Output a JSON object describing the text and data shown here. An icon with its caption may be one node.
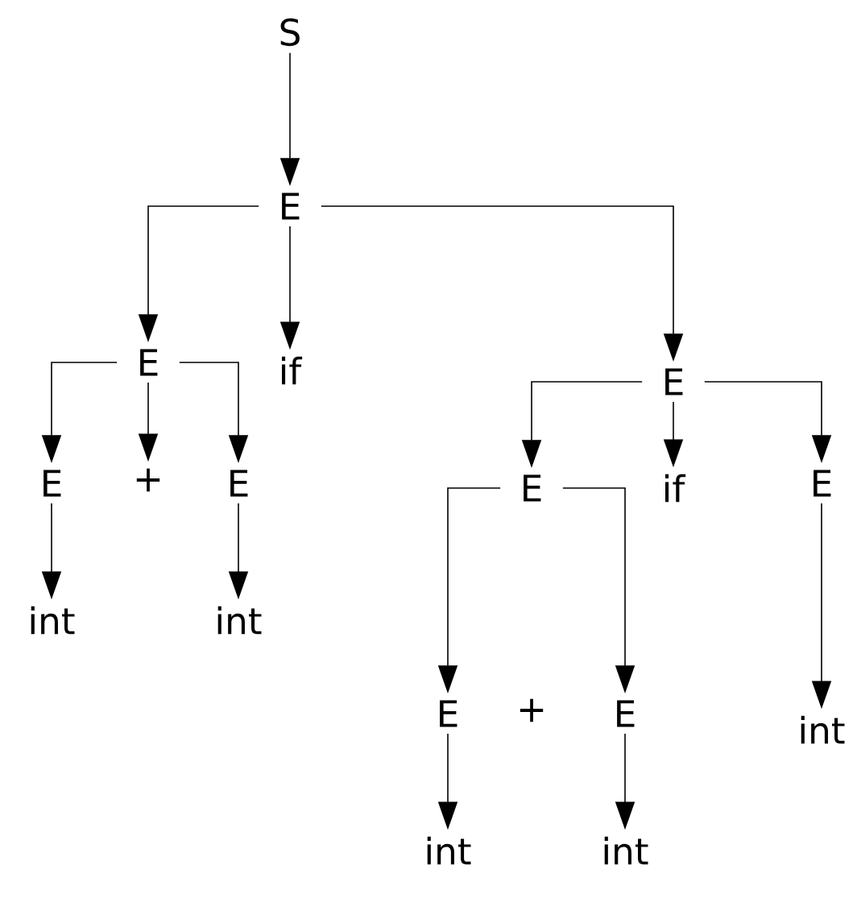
{
  "diagram": {
    "nodes": [
      {
        "text": [
          "S"
        ]
      },
      {
        "text": [
          "E"
        ]
      },
      {
        "text": [
          "E"
        ]
      },
      {
        "text": [
          "if"
        ]
      },
      {
        "text": [
          "E"
        ]
      },
      {
        "text": [
          "E"
        ]
      },
      {
        "text": [
          "+"
        ]
      },
      {
        "text": [
          "E"
        ]
      },
      {
        "text": [
          "int"
        ]
      },
      {
        "text": [
          "int"
        ]
      },
      {
        "text": [
          "E"
        ]
      },
      {
        "text": [
          "if"
        ]
      },
      {
        "text": [
          "E"
        ]
      },
      {
        "text": [
          "E"
        ]
      },
      {
        "text": [
          "+"
        ]
      },
      {
        "text": [
          "E"
        ]
      },
      {
        "text": [
          "int"
        ]
      },
      {
        "text": [
          "int"
        ]
      },
      {
        "text": [
          "int"
        ]
      }
    ],
    "edges": [
      {
        "from": 0,
        "to": 1,
        "arrow": "to"
      },
      {
        "from": 1,
        "to": 2,
        "arrow": "to"
      },
      {
        "from": 1,
        "to": 3,
        "arrow": "to"
      },
      {
        "from": 1,
        "to": 4,
        "arrow": "to"
      },
      {
        "from": 2,
        "to": 5,
        "arrow": "to"
      },
      {
        "from": 2,
        "to": 6,
        "arrow": "to"
      },
      {
        "from": 2,
        "to": 7,
        "arrow": "to"
      },
      {
        "from": 5,
        "to": 8,
        "arrow": "to"
      },
      {
        "from": 7,
        "to": 9,
        "arrow": "to"
      },
      {
        "from": 4,
        "to": 10,
        "arrow": "to"
      },
      {
        "from": 4,
        "to": 11,
        "arrow": "to"
      },
      {
        "from": 4,
        "to": 12,
        "arrow": "to"
      },
      {
        "from": 10,
        "to": 13,
        "arrow": "to"
      },
      {
        "from": 10,
        "to": 15,
        "arrow": "to"
      },
      {
        "from": 13,
        "to": 16,
        "arrow": "to"
      },
      {
        "from": 15,
        "to": 17,
        "arrow": "to"
      },
      {
        "from": 12,
        "to": 18,
        "arrow": "to"
      }
    ]
  }
}
